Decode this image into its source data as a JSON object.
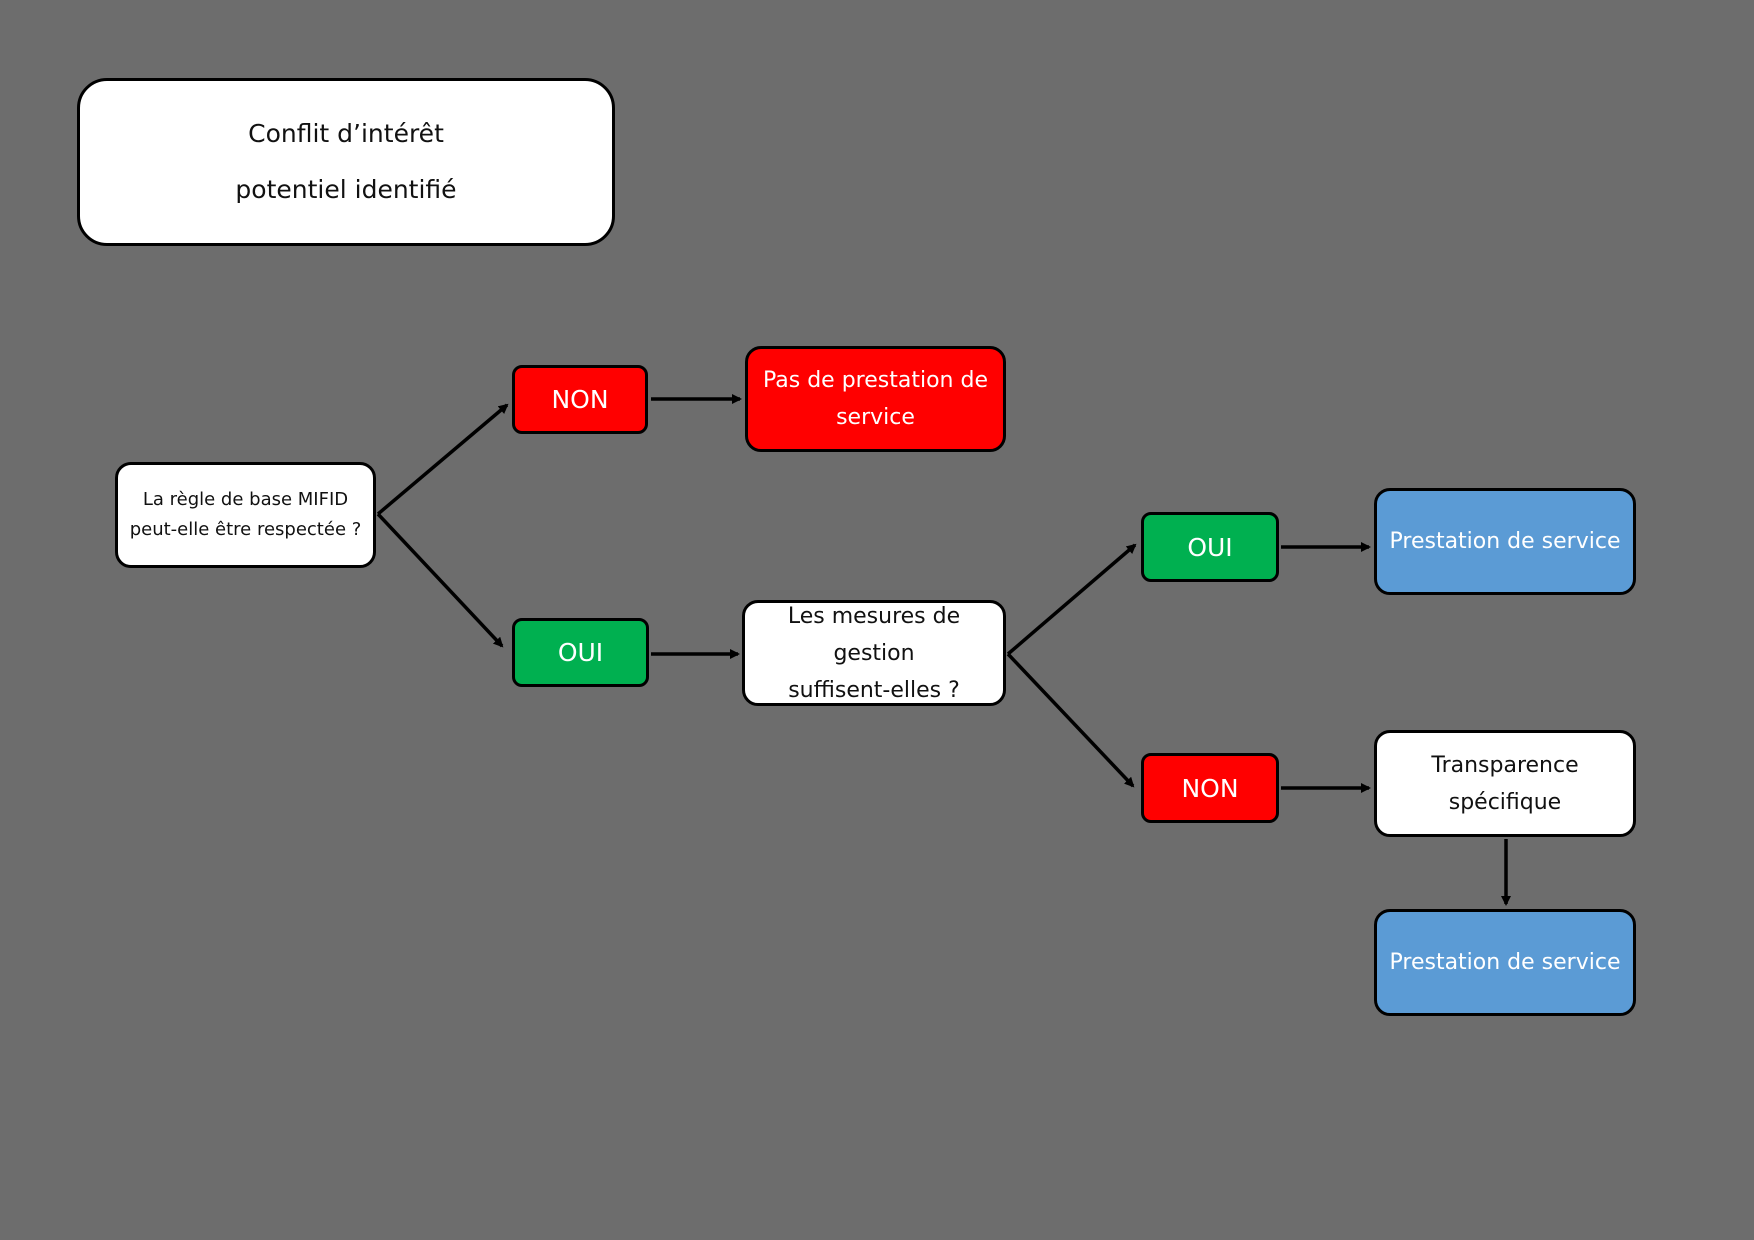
{
  "nodes": {
    "title": {
      "lines": [
        "Conflit d’intérêt",
        "potentiel identifié"
      ]
    },
    "question_mifid": {
      "lines": [
        "La règle de base MIFID",
        "peut-elle être respectée ?"
      ]
    },
    "non_1": {
      "label": "NON"
    },
    "oui_1": {
      "label": "OUI"
    },
    "pas_prestation": {
      "lines": [
        "Pas de prestation de",
        "service"
      ]
    },
    "question_mesures": {
      "lines": [
        "Les mesures de gestion",
        "suffisent-elles ?"
      ]
    },
    "oui_2": {
      "label": "OUI"
    },
    "non_2": {
      "label": "NON"
    },
    "prestation_1": {
      "label": "Prestation de service"
    },
    "transparence": {
      "lines": [
        "Transparence",
        "spécifique"
      ]
    },
    "prestation_2": {
      "label": "Prestation de service"
    }
  },
  "colors": {
    "background": "#6d6d6d",
    "non": "#ff0000",
    "oui": "#00b050",
    "prestation": "#5b9bd5",
    "neutral": "#ffffff"
  }
}
